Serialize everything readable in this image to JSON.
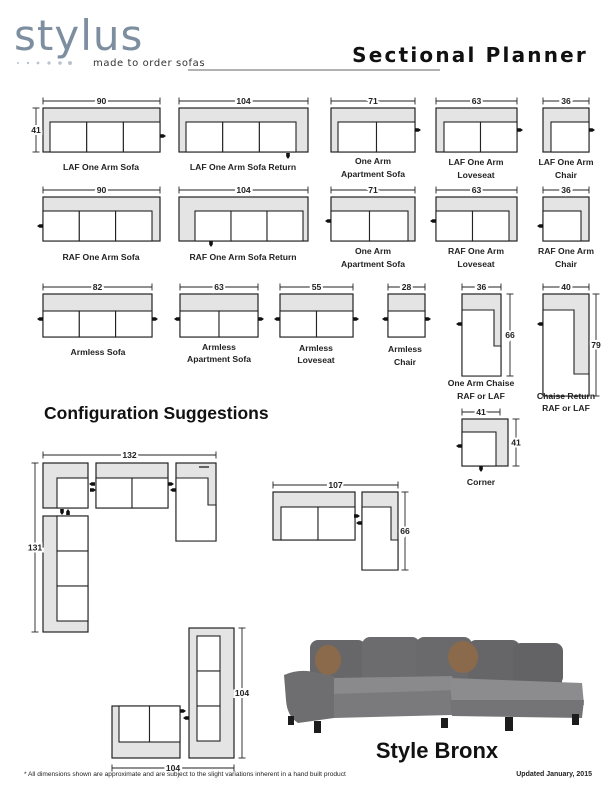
{
  "header": {
    "brand": "stylus",
    "tagline": "made to order sofas",
    "title": "Sectional Planner"
  },
  "pieces": {
    "laf_sofa": {
      "label": [
        "LAF One Arm Sofa"
      ],
      "width": "90",
      "depth": "41"
    },
    "laf_return": {
      "label": [
        "LAF One Arm Sofa Return"
      ],
      "width": "104"
    },
    "laf_apartment": {
      "label": [
        "One Arm",
        "Apartment Sofa"
      ],
      "width": "71"
    },
    "laf_loveseat": {
      "label": [
        "LAF One Arm",
        "Loveseat"
      ],
      "width": "63"
    },
    "laf_chair": {
      "label": [
        "LAF One Arm",
        "Chair"
      ],
      "width": "36"
    },
    "raf_sofa": {
      "label": [
        "RAF One Arm Sofa"
      ],
      "width": "90"
    },
    "raf_return": {
      "label": [
        "RAF One Arm Sofa Return"
      ],
      "width": "104"
    },
    "raf_apartment": {
      "label": [
        "One Arm",
        "Apartment Sofa"
      ],
      "width": "71"
    },
    "raf_loveseat": {
      "label": [
        "RAF One Arm",
        "Loveseat"
      ],
      "width": "63"
    },
    "raf_chair": {
      "label": [
        "RAF One Arm",
        "Chair"
      ],
      "width": "36"
    },
    "armless_sofa": {
      "label": [
        "Armless Sofa"
      ],
      "width": "82"
    },
    "armless_apartment": {
      "label": [
        "Armless",
        "Apartment Sofa"
      ],
      "width": "63"
    },
    "armless_loveseat": {
      "label": [
        "Armless",
        "Loveseat"
      ],
      "width": "55"
    },
    "armless_chair": {
      "label": [
        "Armless",
        "Chair"
      ],
      "width": "28"
    },
    "chaise": {
      "label": [
        "One Arm Chaise",
        "RAF or LAF"
      ],
      "width": "36",
      "length": "66"
    },
    "chaise_return": {
      "label": [
        "Chaise Return",
        "RAF or LAF"
      ],
      "width": "40",
      "length": "79"
    },
    "corner": {
      "label": [
        "Corner"
      ],
      "width": "41",
      "depth": "41"
    }
  },
  "config": {
    "title": "Configuration Suggestions",
    "c1": {
      "width": "132",
      "length": "131"
    },
    "c2": {
      "width": "107",
      "length": "66"
    },
    "c3": {
      "width": "104",
      "length": "104"
    }
  },
  "product": {
    "style": "Style Bronx"
  },
  "footer": {
    "note": "* All dimensions shown are approximate and are subject to the slight variations inherent in a hand built product",
    "updated": "Updated January, 2015"
  },
  "colors": {
    "brand": "#7d8ea0",
    "fill": "#e4e4e4",
    "sofa": "#6f6f71"
  }
}
